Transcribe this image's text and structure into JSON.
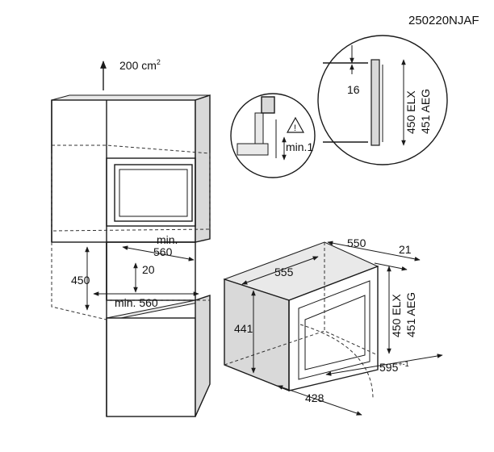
{
  "doc_code": "250220NJAF",
  "ventilation": {
    "value": "200 cm",
    "sup": "2"
  },
  "cabinet": {
    "niche_width_min": "min.",
    "niche_width_val": "560",
    "gap": "20",
    "niche_depth_min": "min. 560",
    "niche_height": "450"
  },
  "appliance": {
    "depth_top": "550",
    "depth_front": "21",
    "width": "555",
    "height": "441",
    "height_elx": "450 ELX",
    "height_aeg": "451 AEG",
    "front_width": "595",
    "front_width_tol": "+-1",
    "door_depth": "428"
  },
  "detail_top": {
    "gap": "16",
    "height_elx": "450 ELX",
    "height_aeg": "451 AEG"
  },
  "detail_warning": {
    "min_label": "min.1"
  }
}
